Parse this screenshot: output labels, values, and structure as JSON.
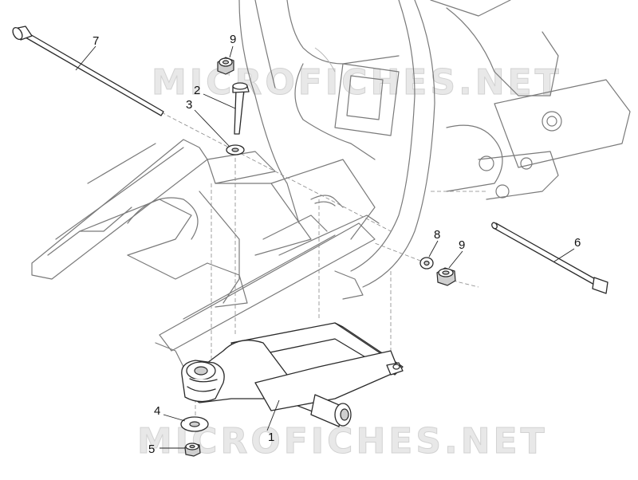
{
  "watermark": {
    "top_text": "MICROFICHES.NET",
    "bottom_text": "MICROFICHES.NET"
  },
  "callouts": {
    "c1": "1",
    "c2": "2",
    "c3": "3",
    "c4": "4",
    "c5": "5",
    "c6": "6",
    "c7": "7",
    "c8": "8",
    "c9a": "9",
    "c9b": "9"
  },
  "colors": {
    "line": "#2a2a2a",
    "frame": "#7a7a7a",
    "watermark": "#e8e8e8"
  }
}
